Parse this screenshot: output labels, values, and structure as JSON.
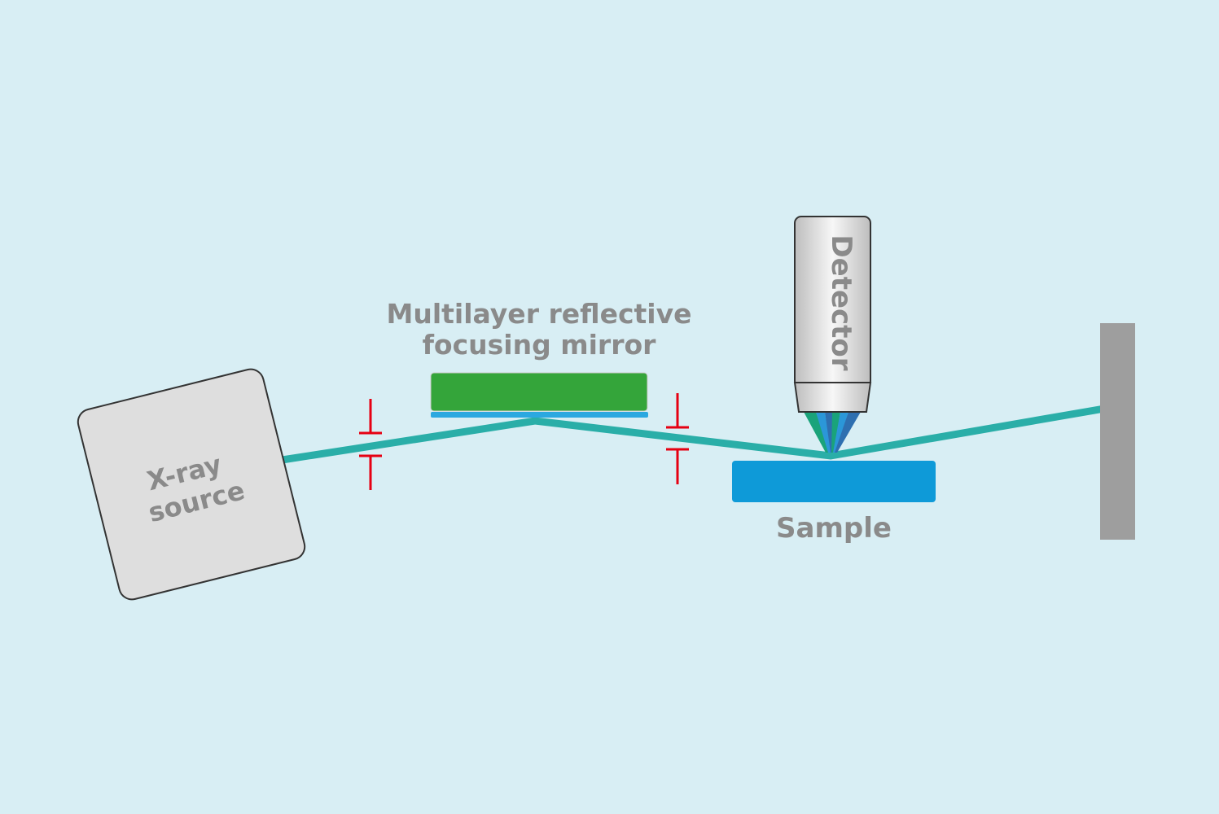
{
  "diagram": {
    "title": "X-ray reflectometry setup",
    "labels": {
      "source_line1": "X-ray",
      "source_line2": "source",
      "mirror_line1": "Multilayer reflective",
      "mirror_line2": "focusing mirror",
      "detector": "Detector",
      "sample": "Sample"
    },
    "colors": {
      "background": "#d8eef4",
      "beam": "#2aaea8",
      "mirror": "#34a53a",
      "mirror_coating": "#2ba8e0",
      "sample": "#0e9ad8",
      "slit": "#e60012",
      "screen": "#9e9e9e",
      "source_body": "#dedede",
      "label": "#8a8a8a"
    },
    "components": [
      "X-ray source",
      "slit",
      "Multilayer reflective focusing mirror",
      "slit",
      "Sample",
      "Detector",
      "screen"
    ]
  }
}
